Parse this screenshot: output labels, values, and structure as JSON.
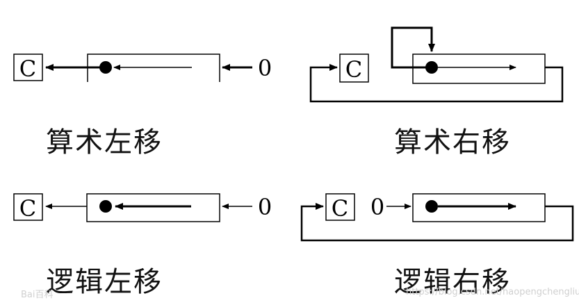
{
  "panels": {
    "arith_left": {
      "caption": "算术左移",
      "carry": "C",
      "input": "0"
    },
    "arith_right": {
      "caption": "算术右移",
      "carry": "C"
    },
    "logic_left": {
      "caption": "逻辑左移",
      "carry": "C",
      "input": "0"
    },
    "logic_right": {
      "caption": "逻辑右移",
      "carry": "C",
      "input": "0"
    }
  },
  "watermarks": {
    "baidu": "Bai百科",
    "url": "https://blog.csdn.net/haopengchengliu"
  },
  "colors": {
    "line": "#000000",
    "text": "#111111",
    "watermark": "#d0d0d0"
  }
}
